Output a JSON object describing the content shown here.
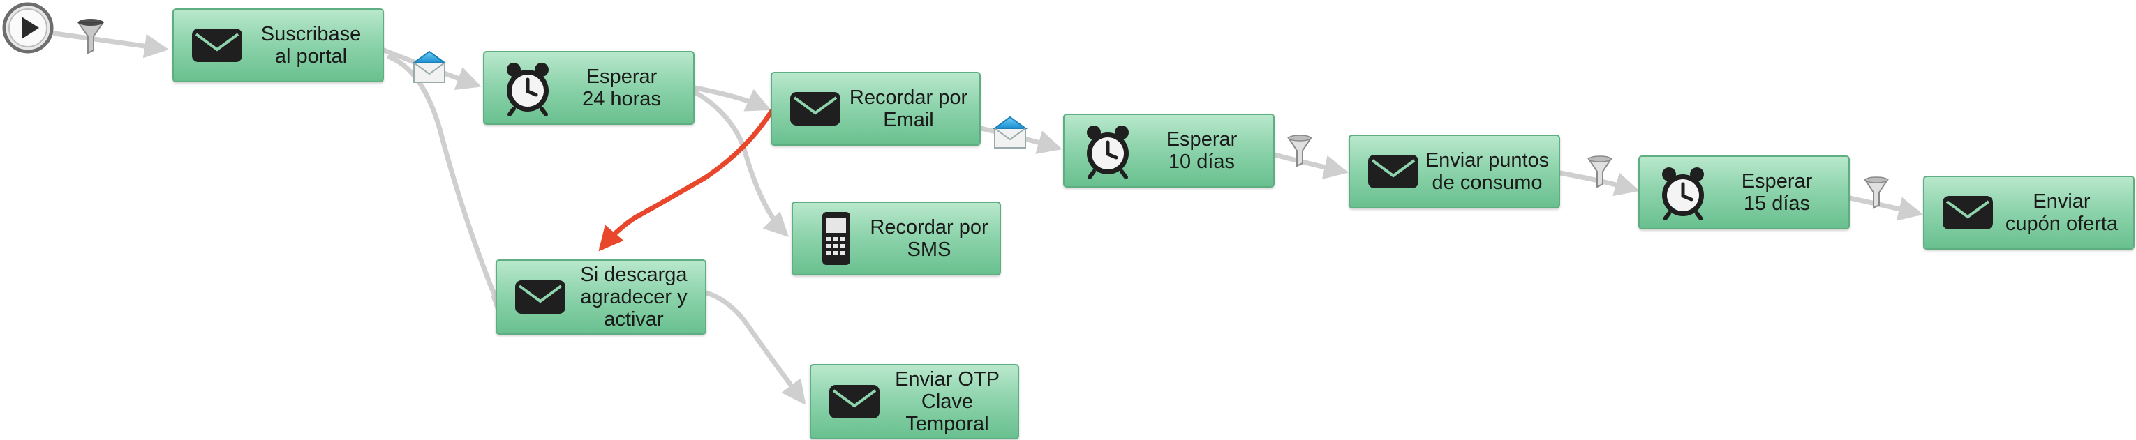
{
  "colors": {
    "node_top": "#b9e8cc",
    "node_bottom": "#69c08f",
    "node_border": "#5fae82",
    "connector": "#cfcfcf",
    "highlight_connector": "#e8472b",
    "icon": "#1a1a1a"
  },
  "start": {
    "icon": "play-icon"
  },
  "nodes": [
    {
      "id": "subscribe-portal",
      "icon": "envelope-icon",
      "lines": [
        "Suscribase",
        "al portal"
      ]
    },
    {
      "id": "wait-24-hours",
      "icon": "alarm-clock-icon",
      "lines": [
        "Esperar",
        "24 horas"
      ]
    },
    {
      "id": "remind-email",
      "icon": "envelope-icon",
      "lines": [
        "Recordar por",
        "Email"
      ]
    },
    {
      "id": "remind-sms",
      "icon": "mobile-phone-icon",
      "lines": [
        "Recordar por",
        "SMS"
      ]
    },
    {
      "id": "download-thank-activate",
      "icon": "envelope-icon",
      "lines": [
        "Si descarga",
        "agradecer y",
        "activar"
      ]
    },
    {
      "id": "send-otp",
      "icon": "envelope-icon",
      "lines": [
        "Enviar OTP",
        "Clave",
        "Temporal"
      ]
    },
    {
      "id": "wait-10-days",
      "icon": "alarm-clock-icon",
      "lines": [
        "Esperar",
        "10 días"
      ]
    },
    {
      "id": "send-points",
      "icon": "envelope-icon",
      "lines": [
        "Enviar puntos",
        "de consumo"
      ]
    },
    {
      "id": "wait-15-days",
      "icon": "alarm-clock-icon",
      "lines": [
        "Esperar",
        "15 días"
      ]
    },
    {
      "id": "send-coupon",
      "icon": "envelope-icon",
      "lines": [
        "Enviar",
        "cupón oferta"
      ]
    }
  ],
  "connector_markers": [
    {
      "icon": "filter-icon"
    },
    {
      "icon": "email-open-icon"
    },
    {
      "icon": "email-open-icon"
    },
    {
      "icon": "filter-icon"
    },
    {
      "icon": "filter-icon"
    },
    {
      "icon": "filter-icon"
    }
  ]
}
